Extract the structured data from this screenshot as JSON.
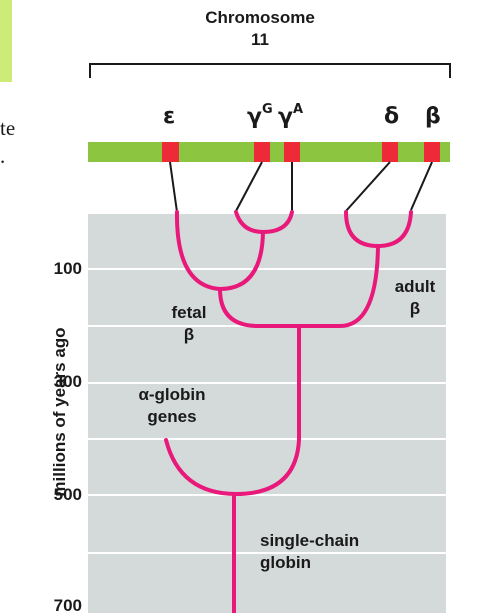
{
  "header": {
    "title_line1": "Chromosome",
    "title_line2": "11"
  },
  "genes": [
    {
      "id": "epsilon",
      "symbol": "ε",
      "sup": ""
    },
    {
      "id": "gamma-g",
      "symbol": "γ",
      "sup": "G"
    },
    {
      "id": "gamma-a",
      "symbol": "γ",
      "sup": "A"
    },
    {
      "id": "delta",
      "symbol": "δ",
      "sup": ""
    },
    {
      "id": "beta",
      "symbol": "β",
      "sup": ""
    }
  ],
  "axis": {
    "title": "millions of years ago",
    "ticks": [
      "100",
      "300",
      "500",
      "700"
    ]
  },
  "labels": {
    "fetal": {
      "line1": "fetal",
      "line2": "β"
    },
    "adult": {
      "line1": "adult",
      "line2": "β"
    },
    "alpha": {
      "line1": "α-globin",
      "line2": "genes"
    },
    "single": {
      "line1": "single-chain",
      "line2": "globin"
    }
  },
  "edge_fragments": {
    "line1": "te",
    "line2": "."
  },
  "colors": {
    "chromosome": "#8cc540",
    "gene": "#ef2a38",
    "tree": "#e8197a",
    "background_band": "#d4dad9",
    "corner_box": "#cdeb78"
  }
}
